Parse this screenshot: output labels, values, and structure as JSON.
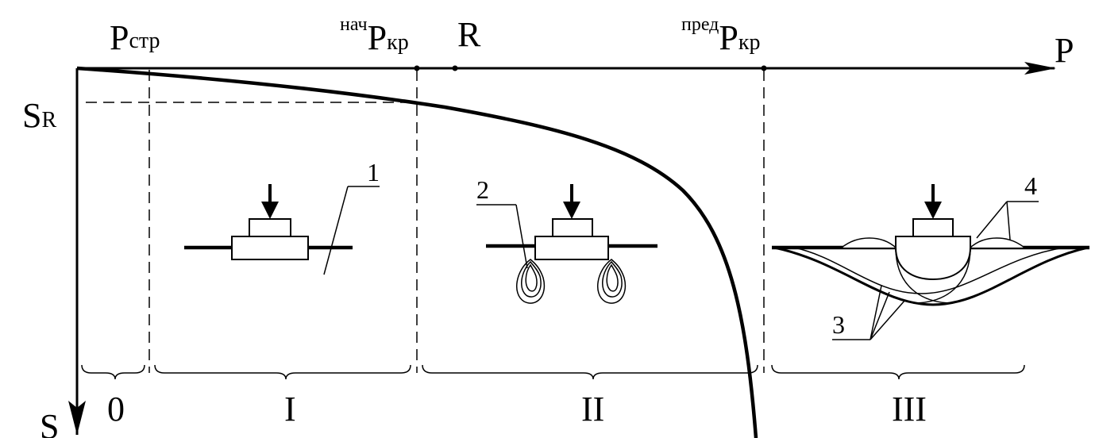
{
  "axes": {
    "p_axis_label": "P",
    "s_axis_label": "S"
  },
  "pressures": {
    "p_str_main": "P",
    "p_str_sub": "стр",
    "p_kr_start_sup": "нач",
    "p_kr_start_main": "P",
    "p_kr_start_sub": "кр",
    "r_label": "R",
    "p_kr_limit_sup": "пред",
    "p_kr_limit_main": "P",
    "p_kr_limit_sub": "кр"
  },
  "settlement": {
    "s_r_main": "S",
    "s_r_sub": "R"
  },
  "zones": [
    "0",
    "I",
    "II",
    "III"
  ],
  "callouts": [
    "1",
    "2",
    "3",
    "4"
  ],
  "colors": {
    "ink": "#000000",
    "background": "#ffffff"
  }
}
